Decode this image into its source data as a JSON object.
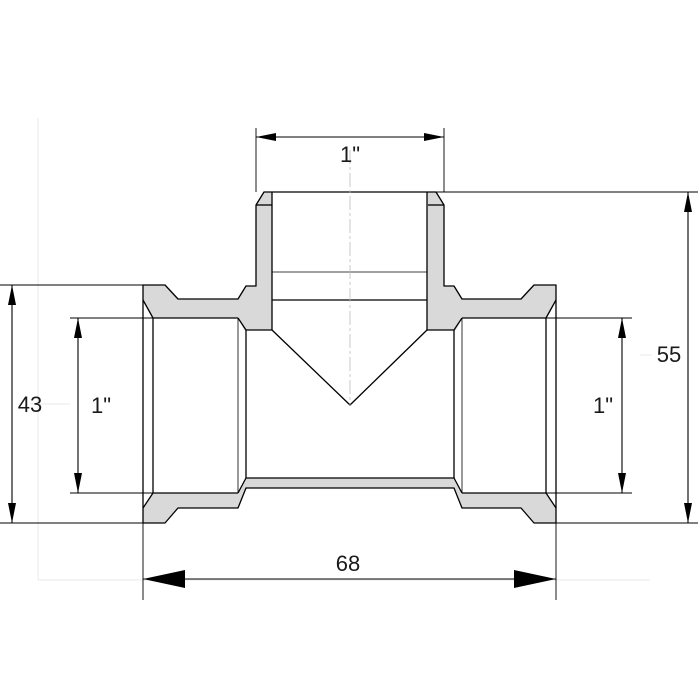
{
  "drawing": {
    "dimensions": {
      "top_thread": "1\"",
      "left_thread": "1\"",
      "right_thread": "1\"",
      "height": "43",
      "total_height": "55",
      "length": "68"
    }
  }
}
